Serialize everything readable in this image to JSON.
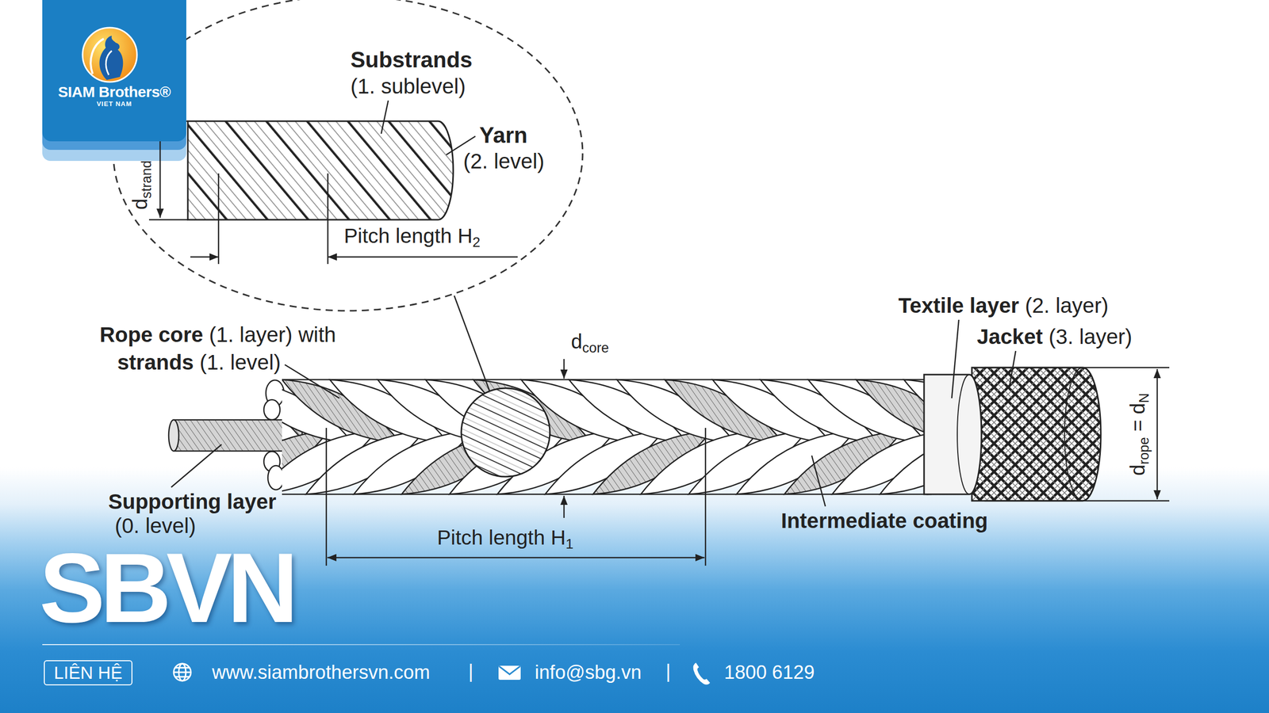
{
  "diagram": {
    "nodes": [
      {
        "text": [
          "SIAM Brothers®",
          "VIET NAM"
        ]
      },
      {
        "text": [
          "LIÊN HỆ"
        ]
      }
    ],
    "labels": [
      "Substrands",
      "(1. sublevel)",
      "Yarn",
      "(2. level)",
      "dstrand",
      "Pitch length H2",
      "Rope core",
      "(1. layer) with",
      "strands",
      "(1. level)",
      "dcore",
      "Textile layer",
      "(2. layer)",
      "Jacket",
      "(3. layer)",
      "drope = dN",
      "Supporting layer",
      "(0. level)",
      "Intermediate coating",
      "Pitch length H1",
      "SBVN",
      "www.siambrothersvn.com",
      "|",
      "info@sbg.vn",
      "|",
      "1800 6129"
    ]
  }
}
